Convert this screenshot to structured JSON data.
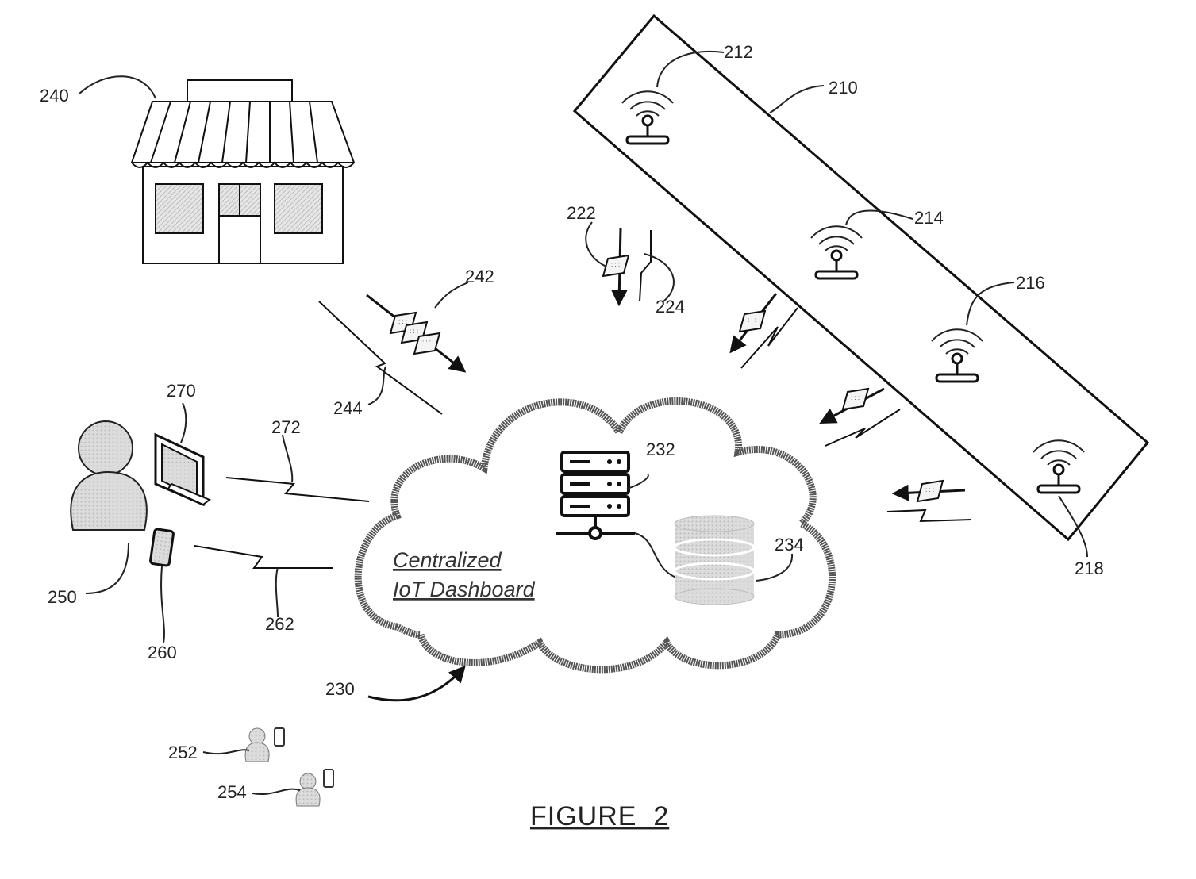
{
  "figure": {
    "title": "FIGURE  2",
    "dashboard_label_line1": "Centralized",
    "dashboard_label_line2": "IoT Dashboard"
  },
  "references": {
    "conveyor": "210",
    "sensor_a": "212",
    "sensor_b": "214",
    "sensor_c": "216",
    "sensor_d": "218",
    "data_packet": "222",
    "packet_signal": "224",
    "cloud": "230",
    "server": "232",
    "database": "234",
    "store": "240",
    "store_packets": "242",
    "store_signal": "244",
    "user": "250",
    "user_b": "252",
    "user_c": "254",
    "phone": "260",
    "phone_signal": "262",
    "computer": "270",
    "computer_signal": "272"
  },
  "icons": [
    "store-icon",
    "wifi-sensor-icon",
    "server-icon",
    "database-icon",
    "cloud-icon",
    "person-icon",
    "monitor-icon",
    "phone-icon",
    "packet-icon",
    "lightning-bolt-icon"
  ],
  "colors": {
    "line": "#222222",
    "fill_gray": "#d9d9d9",
    "background": "#ffffff"
  }
}
